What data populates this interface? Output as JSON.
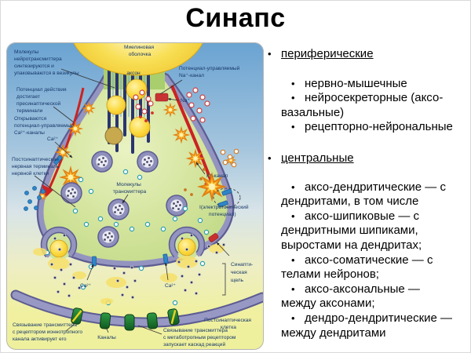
{
  "title": "Синапс",
  "bullets": [
    "периферические",
    "нервно-мышечные",
    "нейросекреторные (аксо-\nвазальные)",
    "рецепторно-нейрональные",
    "центральные",
    "аксо-дендритические — с\nдендритами, в том числе",
    "аксо-шипиковые — с\nдендритными шипиками,\nвыростами на дендритах;",
    "аксо-соматические — с\nтелами нейронов;",
    "аксо-аксональные —\nмежду аксонами;",
    "дендро-дендритические —\nмежду дендритами"
  ],
  "diagram": {
    "labels": {
      "molecules_synth": [
        "Молекулы",
        "нейротрансмиттера",
        "синтезируются и",
        "упаковываются в везикулы"
      ],
      "myelin": [
        "Миелиновая",
        "оболочка"
      ],
      "axon": "аксон",
      "na_channel": [
        "Потенциал-управляемый",
        "Na⁺-канал"
      ],
      "action_potential": [
        "Потенциал действия",
        "достигает",
        "пресинаптической",
        "терминали"
      ],
      "ca_channels_open": [
        "Открываются",
        "потенциал-управляемые",
        "Ca²⁺-каналы"
      ],
      "presynaptic_terminal": [
        "Постсинаптическая",
        "нервная терминаль",
        "нервной клетки"
      ],
      "na_ion": "Na⁺",
      "ca_ion_top": "Ca²⁺",
      "transmitter_molecules": [
        "Молекулы",
        "трансмиттера"
      ],
      "k_channel": "К⁺-канал",
      "electrotonic": [
        "I(электротонический",
        "потенциал)"
      ],
      "synaptic_cleft": [
        "Синапти-",
        "ческая",
        "щель"
      ],
      "ca_ion_left": "Ca²⁺",
      "ca_ion_right": "Ca²⁺",
      "ionotropic_binding": [
        "Связывание трансмиттера",
        "с рецептором ионнотропного",
        "канала активирует его"
      ],
      "channels": "Каналы",
      "postsynaptic_cell": [
        "Постсинаптическая",
        "клетка"
      ],
      "metabotropic_binding": [
        "Связывание трансмиттера",
        "с метаботропным рецептором",
        "запускает каскад реакций"
      ]
    },
    "colors": {
      "background_top": "#6aa3d2",
      "background_bottom": "#eef09c",
      "terminal_fill": "#cbe096",
      "membrane_purple": "#9494c0",
      "membrane_dark": "#5c5c92",
      "myelin_yellow": "#f6d63c",
      "vesicle_yellow": "#f8cf2e",
      "axon_stripe_navy": "#2a3470",
      "arrow_red": "#cc2222",
      "starburst_orange": "#f59b20",
      "ion_blue": "#2e86c8",
      "ion_teal": "#2aa0b0",
      "channel_green": "#1f7a30",
      "label_navy": "#17386a"
    }
  }
}
